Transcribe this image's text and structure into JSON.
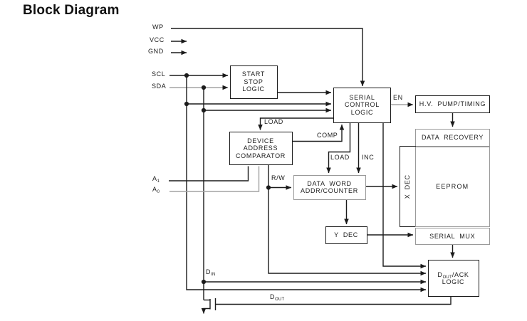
{
  "title": "Block Diagram",
  "colors": {
    "wire": "#1b1b1b",
    "wire_gray": "#a3a3a3",
    "box_border": "#1b1b1b",
    "box_border_gray": "#9a9a9a",
    "text": "#1b1b1b"
  },
  "blocks": {
    "start_stop": {
      "label": "START\nSTOP\nLOGIC"
    },
    "serial_control": {
      "label": "SERIAL\nCONTROL\nLOGIC"
    },
    "hv_pump": {
      "label": "H.V. PUMP/TIMING"
    },
    "data_recovery": {
      "label": "DATA RECOVERY"
    },
    "comparator": {
      "label": "DEVICE\nADDRESS\nCOMPARATOR"
    },
    "data_word": {
      "label": "DATA WORD\nADDR/COUNTER"
    },
    "x_dec": {
      "label": "X DEC"
    },
    "eeprom": {
      "label": "EEPROM"
    },
    "y_dec": {
      "label": "Y DEC"
    },
    "serial_mux": {
      "label": "SERIAL MUX"
    },
    "dout_ack": {
      "pre": "D",
      "sub": "OUT",
      "post": "/ACK",
      "line2": "LOGIC"
    }
  },
  "signals": {
    "wp": "WP",
    "vcc": "VCC",
    "gnd": "GND",
    "scl": "SCL",
    "sda": "SDA",
    "a1": {
      "base": "A",
      "sub": "1"
    },
    "a0": {
      "base": "A",
      "sub": "0"
    },
    "din": {
      "base": "D",
      "sub": "IN"
    },
    "dout": {
      "base": "D",
      "sub": "OUT"
    }
  },
  "wire_labels": {
    "load_comparator": "LOAD",
    "comp": "COMP",
    "load_counter": "LOAD",
    "inc": "INC",
    "rw": "R/W",
    "en": "EN"
  }
}
